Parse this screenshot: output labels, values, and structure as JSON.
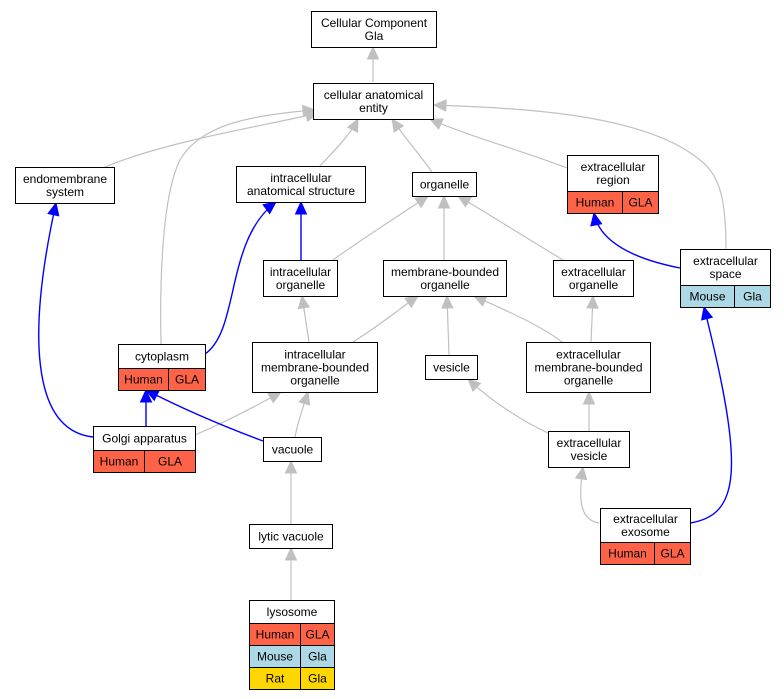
{
  "colors": {
    "human": "#ff6347",
    "mouse": "#add8e6",
    "rat": "#ffd700",
    "gray_edge": "#c0c0c0",
    "blue_edge": "#0000ff"
  },
  "nodes": {
    "root": [
      "Cellular Component",
      "Gla"
    ],
    "cae": [
      "cellular anatomical",
      "entity"
    ],
    "endo": [
      "endomembrane",
      "system"
    ],
    "ias": [
      "intracellular",
      "anatomical structure"
    ],
    "org": [
      "organelle"
    ],
    "exreg": [
      "extracellular",
      "region"
    ],
    "exspace": [
      "extracellular",
      "space"
    ],
    "intorg": [
      "intracellular",
      "organelle"
    ],
    "mbo": [
      "membrane-bounded",
      "organelle"
    ],
    "exorg": [
      "extracellular",
      "organelle"
    ],
    "cyto": [
      "cytoplasm"
    ],
    "imbo": [
      "intracellular",
      "membrane-bounded",
      "organelle"
    ],
    "vesicle": [
      "vesicle"
    ],
    "embo": [
      "extracellular",
      "membrane-bounded",
      "organelle"
    ],
    "golgi": [
      "Golgi apparatus"
    ],
    "vacuole": [
      "vacuole"
    ],
    "exves": [
      "extracellular",
      "vesicle"
    ],
    "lytic": [
      "lytic vacuole"
    ],
    "exo": [
      "extracellular",
      "exosome"
    ],
    "lyso": [
      "lysosome"
    ]
  },
  "annotations": {
    "exreg": [
      [
        "Human",
        "GLA",
        "human"
      ]
    ],
    "exspace": [
      [
        "Mouse",
        "Gla",
        "mouse"
      ]
    ],
    "cyto": [
      [
        "Human",
        "GLA",
        "human"
      ]
    ],
    "golgi": [
      [
        "Human",
        "GLA",
        "human"
      ]
    ],
    "exo": [
      [
        "Human",
        "GLA",
        "human"
      ]
    ],
    "lyso": [
      [
        "Human",
        "GLA",
        "human"
      ],
      [
        "Mouse",
        "Gla",
        "mouse"
      ],
      [
        "Rat",
        "Gla",
        "rat"
      ]
    ]
  }
}
